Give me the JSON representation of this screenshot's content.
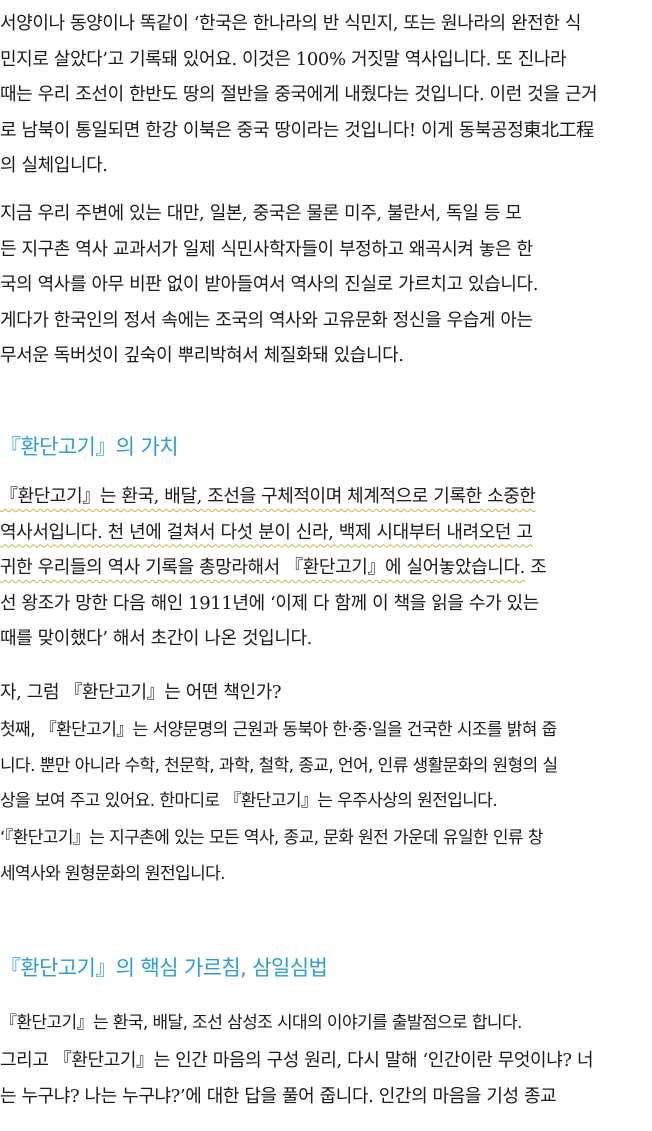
{
  "para1": [
    "  서양이나 동양이나 똑같이 ‘한국은 한나라의 반 식민지, 또는 원나라의 완전한 식",
    "민지로 살았다’고 기록돼 있어요. 이것은 100% 거짓말 역사입니다. 또 진나라",
    "때는 우리 조선이 한반도 땅의 절반을 중국에게 내줬다는 것입니다. 이런 것을 근거",
    "로 남북이 통일되면 한강 이북은 중국 땅이라는 것입니다! 이게 동북공정東北工程",
    "의 실체입니다."
  ],
  "para2": [
    "  지금 우리 주변에 있는 대만, 일본, 중국은 물론 미주, 불란서, 독일 등 모",
    "든 지구촌 역사 교과서가 일제 식민사학자들이 부정하고 왜곡시켜 놓은 한",
    "국의 역사를 아무 비판 없이 받아들여서 역사의 진실로 가르치고 있습니다.",
    "게다가 한국인의 정서 속에는 조국의 역사와 고유문화 정신을 우습게 아는",
    "무서운 독버섯이 깊숙이 뿌리박혀서 체질화돼 있습니다."
  ],
  "heading1": "『환단고기』의 가치",
  "para3": [
    "  『환단고기』는 환국, 배달, 조선을 구체적이며 체계적으로 기록한 소중한",
    "역사서입니다. 천 년에 걸쳐서 다섯 분이 신라, 백제 시대부터 내려오던 고",
    "귀한 우리들의 역사 기록을 총망라해서 『환단고기』에 실어놓았습니다.",
    "선 왕조가 망한 다음 해인 1911년에 ‘이제 다 함께 이 책을 읽을 수가 있는",
    "때를 맞이했다’ 해서 초간이 나온 것입니다."
  ],
  "para3_tail": " 조",
  "para4": "  자, 그럼 『환단고기』는 어떤 책인가?",
  "para5": [
    "  첫째, 『환단고기』는 서양문명의 근원과 동북아 한·중·일을 건국한 시조를 밝혀 줍",
    "니다. 뿐만 아니라 수학, 천문학, 과학, 철학, 종교, 언어, 인류 생활문화의 원형의 실",
    "상을 보여 주고 있어요. 한마디로 『환단고기』는 우주사상의 원전입니다."
  ],
  "para6": [
    "  ‘『환단고기』는 지구촌에 있는 모든 역사, 종교, 문화 원전 가운데 유일한 인류 창",
    "세역사와 원형문화의 원전입니다."
  ],
  "heading2": "『환단고기』의 핵심 가르침, 삼일심법",
  "para7": "  『환단고기』는 환국, 배달, 조선 삼성조 시대의 이야기를 출발점으로 합니다.",
  "para8": [
    "  그리고 『환단고기』는 인간 마음의 구성 원리, 다시 말해 ‘인간이란 무엇이냐? 너",
    "는 누구냐? 나는 누구냐?’에 대한 답을 풀어 줍니다. 인간의 마음을 기성 종교"
  ]
}
